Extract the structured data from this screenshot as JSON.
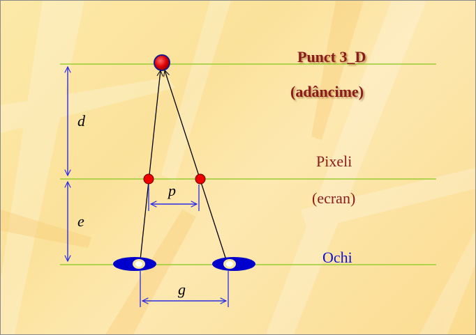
{
  "labels": {
    "point_title": "Punct 3_D",
    "point_subtitle": "(adâncime)",
    "pixels_title": "Pixeli",
    "pixels_subtitle": "(ecran)",
    "eyes_title": "Ochi",
    "dim_d": "d",
    "dim_e": "e",
    "dim_p": "p",
    "dim_g": "g"
  },
  "colors": {
    "guide_line": "#99cc33",
    "dimension_arrow": "#2b2be6",
    "ray": "#000000",
    "pixel_dot": "#ee0000",
    "point_fill": "#dd0000",
    "point_outline": "#1a1a8c",
    "eye_fill": "#0000cc",
    "pupil_fill": "#f2e6a0",
    "title_text": "#8b1a1a",
    "eyes_text": "#1010d0"
  }
}
